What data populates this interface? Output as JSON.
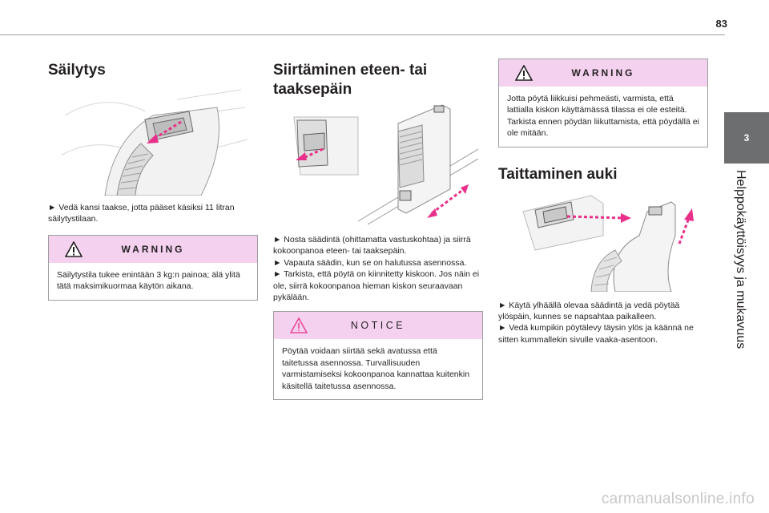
{
  "page_number": "83",
  "chapter": {
    "number": "3",
    "title": "Helppokäyttöisyys ja mukavuus"
  },
  "column1": {
    "heading": "Säilytys",
    "text": [
      "► Vedä kansi taakse, jotta pääset käsiksi 11 litran säilytystilaan."
    ],
    "warning": {
      "title": "WARNING",
      "text": "Säilytystila tukee enintään 3 kg:n painoa; älä ylitä tätä maksimikuormaa käytön aikana."
    }
  },
  "column2": {
    "heading": "Siirtäminen eteen- tai taaksepäin",
    "text": [
      "► Nosta säädintä (ohittamatta vastuskohtaa) ja siirrä kokoonpanoa eteen- tai taaksepäin.",
      "► Vapauta säädin, kun se on halutussa asennossa.",
      "► Tarkista, että pöytä on kiinnitetty kiskoon. Jos näin ei ole, siirrä kokoonpanoa hieman kiskon seuraavaan pykälään."
    ],
    "notice": {
      "title": "NOTICE",
      "text": "Pöytää voidaan siirtää sekä avatussa että taitetussa asennossa. Turvallisuuden varmistamiseksi kokoonpanoa kannattaa kuitenkin käsitellä taitetussa asennossa."
    }
  },
  "column3": {
    "warning": {
      "title": "WARNING",
      "text": "Jotta pöytä liikkuisi pehmeästi, varmista, että lattialla kiskon käyttämässä tilassa ei ole esteitä. Tarkista ennen pöydän liikuttamista, että pöydällä ei ole mitään."
    },
    "heading": "Taittaminen auki",
    "text": [
      "► Käytä ylhäällä olevaa säädintä ja vedä pöytää ylöspäin, kunnes se napsahtaa paikalleen.",
      "► Vedä kumpikin pöytälevy täysin ylös ja käännä ne sitten kummallekin sivulle vaaka-asentoon."
    ]
  },
  "watermark": "carmanualsonline.info",
  "colors": {
    "box_header": "#f4d2ef",
    "arrow": "#e8308a",
    "chapter_tab": "#6d6e70"
  },
  "icons": [
    "warning-triangle-icon",
    "notice-triangle-icon"
  ]
}
